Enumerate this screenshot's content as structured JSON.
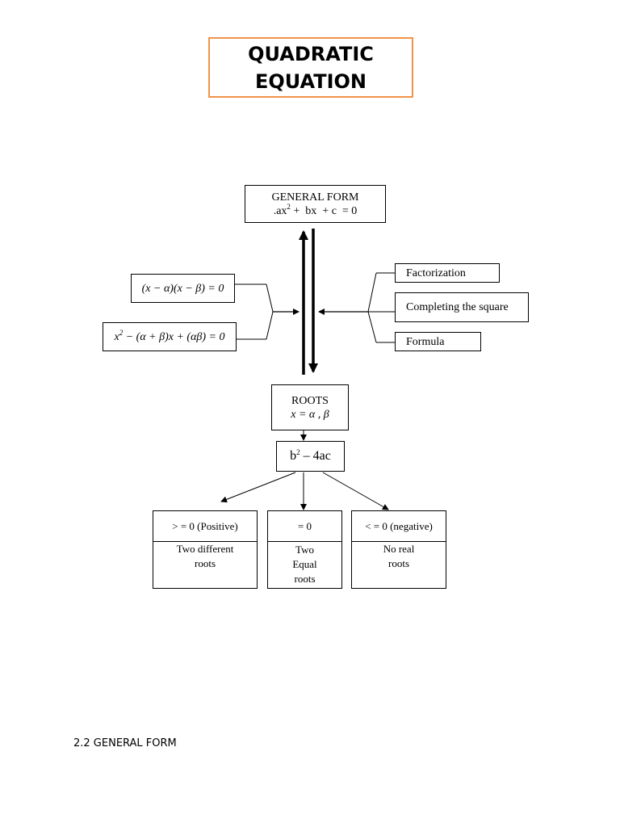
{
  "title": {
    "line1": "QUADRATIC",
    "line2": "EQUATION"
  },
  "general_form": {
    "label": "GENERAL FORM",
    "prefix": ".ax",
    "exp": "2",
    "rest": " +  bx  + c  = 0"
  },
  "left_forms": {
    "factored": "(x − α)(x − β) = 0",
    "expanded_a": "x",
    "expanded_exp": "2",
    "expanded_b": " − (α + β)x + (αβ) = 0"
  },
  "methods": [
    "Factorization",
    "Completing the square",
    "Formula"
  ],
  "roots": {
    "label": "ROOTS",
    "value": "x = α , β"
  },
  "discriminant": {
    "a": "b",
    "exp": "2",
    "b": " – 4ac"
  },
  "cases": [
    {
      "condition": "> = 0 (Positive)",
      "result_lines": [
        "Two different",
        "roots"
      ]
    },
    {
      "condition": "= 0",
      "result_lines": [
        "Two",
        "Equal",
        "roots"
      ]
    },
    {
      "condition": "< = 0 (negative)",
      "result_lines": [
        "No real",
        "roots"
      ]
    }
  ],
  "footer": "2.2 GENERAL FORM"
}
